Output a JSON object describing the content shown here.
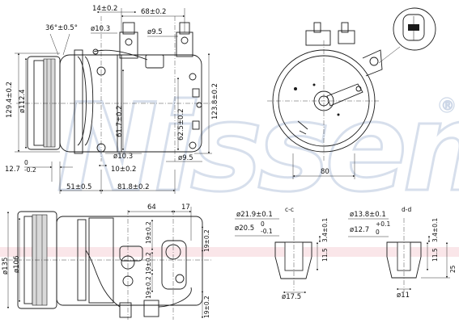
{
  "watermark": {
    "brand": "Nissens",
    "mark": "®"
  },
  "dimensions": {
    "angle_36": "36°±0.5°",
    "d_10_3_top": "ø10.3",
    "d_14": "14±0.2",
    "d_68": "68±0.2",
    "d_9_5_top": "ø9.5",
    "d_129_4": "129.4±0.2",
    "d_112_4": "ø112.4",
    "d_61_7": "61.7±0.2",
    "d_62_5": "62.5±0.2",
    "d_123_8": "123.8±0.2",
    "d_10_3_bot": "ø10.3",
    "d_9_5_bot": "ø9.5",
    "d_10": "10±0.2",
    "d_12_7_main": "12.7",
    "d_12_7_tol_up": "0",
    "d_12_7_tol_dn": "-0.2",
    "d_51": "51±0.5",
    "d_81_8": "81.8±0.2",
    "d_80": "80",
    "d_64": "64",
    "d_17": "17",
    "d_19_a": "19±0.2",
    "d_19_b": "19±0.2",
    "d_19_c": "19±0.2",
    "d_19_d": "19±0.2",
    "d_19_e": "19±0.2",
    "d_135": "ø135",
    "d_106": "ø106",
    "d_21_9": "ø21.9±0.1",
    "d_20_5_main": "ø20.5",
    "d_20_5_tol_up": "0",
    "d_20_5_tol_dn": "-0.1",
    "section_cc": "c-c",
    "d_3_4_left": "3.4±0.1",
    "d_11_5_left": "11.5",
    "d_17_5": "ø17.5",
    "d_13_8": "ø13.8±0.1",
    "d_12_7_main_b": "ø12.7",
    "d_12_7b_tol_up": "+0.1",
    "d_12_7b_tol_dn": "0",
    "section_dd": "d-d",
    "d_3_4_right": "3.4±0.1",
    "d_11_5_right": "11.5",
    "d_25": "25",
    "d_11": "ø11"
  }
}
